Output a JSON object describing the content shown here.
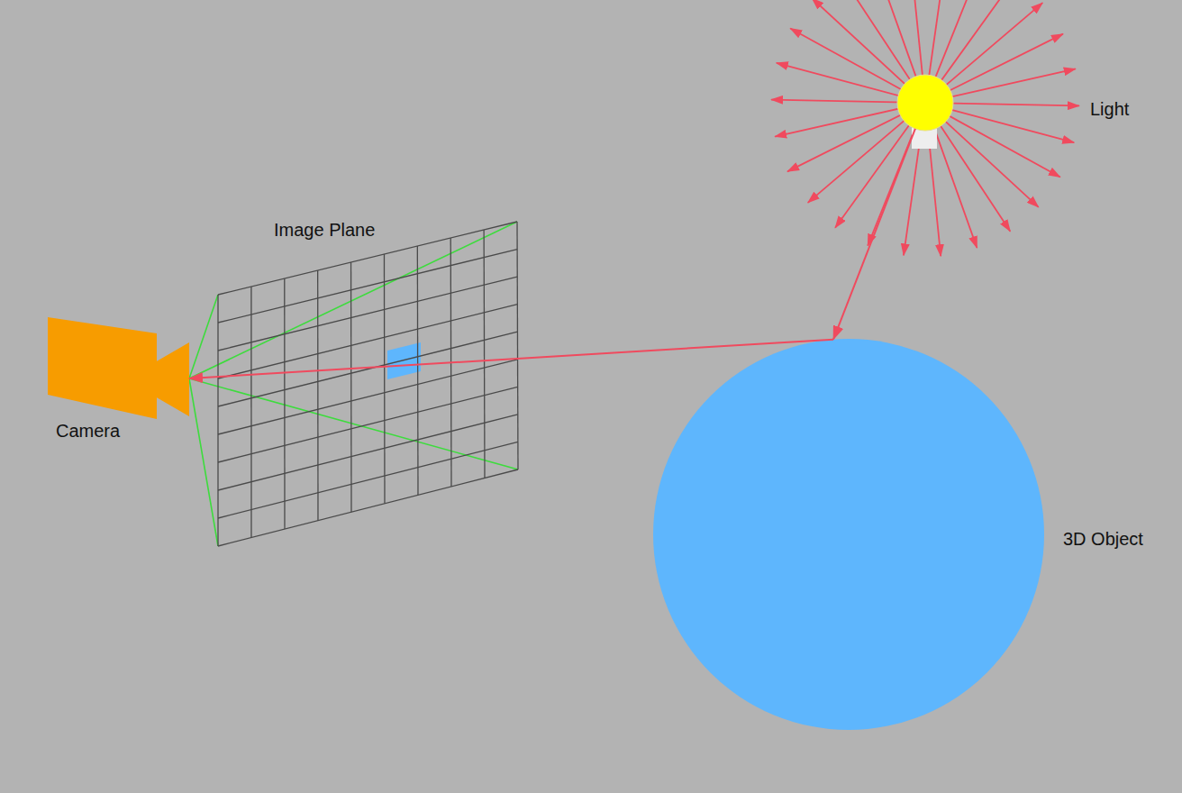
{
  "diagram": {
    "nodes": [
      {
        "text": [
          "Camera"
        ]
      },
      {
        "text": [
          "Image Plane"
        ]
      },
      {
        "text": [
          "Light"
        ]
      },
      {
        "text": [
          "3D Object"
        ]
      }
    ],
    "edges": [
      {
        "from": 2,
        "to": 3,
        "arrow": "to"
      },
      {
        "from": 3,
        "to": 0,
        "arrow": "to"
      }
    ]
  }
}
